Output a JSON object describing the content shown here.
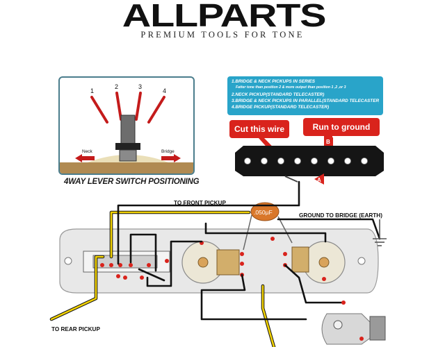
{
  "header": {
    "logo_text": "ALLPARTS",
    "tagline": "PREMIUM TOOLS FOR TONE"
  },
  "switch_diagram": {
    "positions": [
      "1",
      "2",
      "3",
      "4"
    ],
    "left_arrow_label": "Neck",
    "right_arrow_label": "Bridge",
    "caption": "4WAY LEVER SWITCH POSITIONING"
  },
  "legend": {
    "lines": [
      "1.BRIDGE & NECK PICKUPS IN SERIES",
      "Fatter tone than position 2 & more output than position 1 ,2 ,or 3",
      "2.NECK PICKUP(STANDARD TELECASTER)",
      "3.BRIDGE & NECK PICKUPS IN PARALLEL(STANDARD TELECASTER)",
      "4.BRIDGE PICKUP(STANDARD TELECASTER)"
    ]
  },
  "callouts": {
    "cut_wire": "Cut this wire",
    "run_to_ground": "Run to ground",
    "marker_a": "A",
    "marker_b": "B"
  },
  "labels": {
    "front_pickup": "TO FRONT PICKUP",
    "ground_bridge": "GROUND TO BRIDGE (EARTH)",
    "rear_pickup": "TO REAR PICKUP",
    "capacitor": ".050µF"
  },
  "colors": {
    "legend_bg": "#29a4c9",
    "callout_red": "#d9231c",
    "wire_yellow": "#f2d200",
    "wire_black": "#111111",
    "capacitor_orange": "#d9772a",
    "panel_border": "#4a7d8c"
  }
}
